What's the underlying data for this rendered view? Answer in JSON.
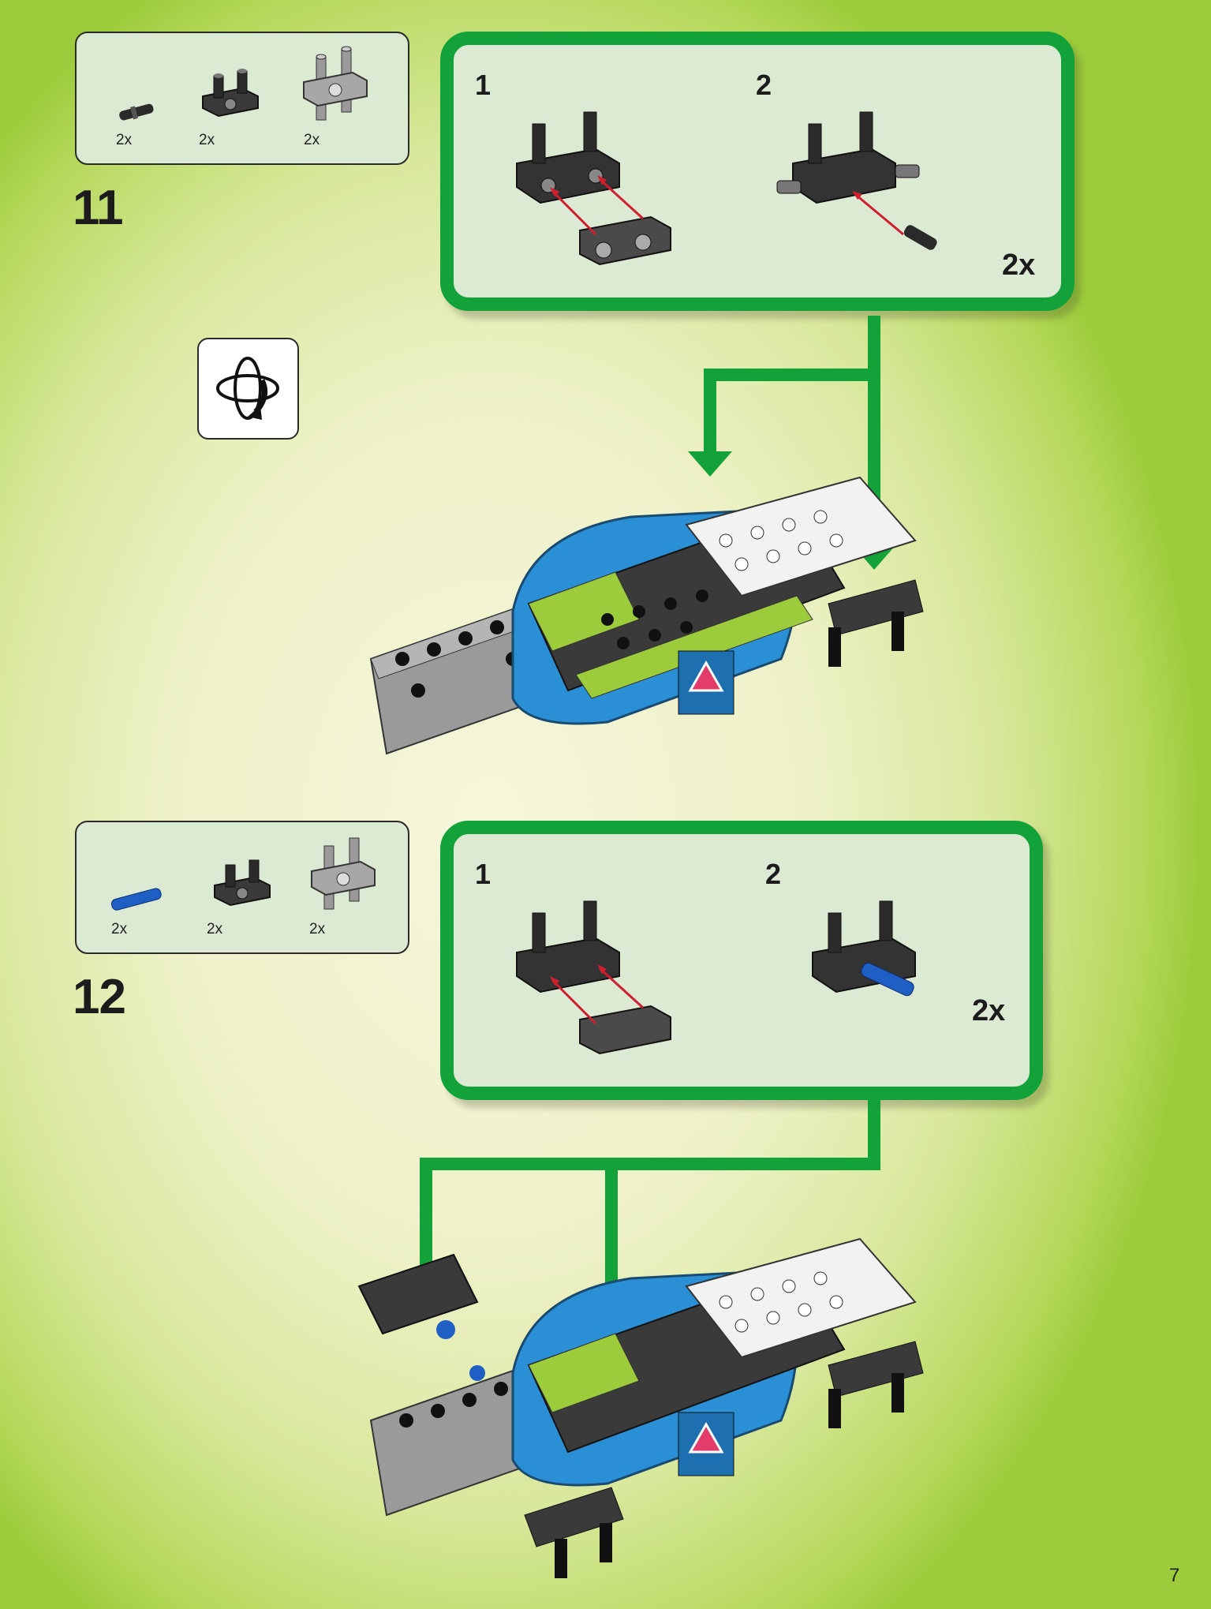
{
  "steps": [
    {
      "number": "11",
      "parts": [
        {
          "qty": "2x",
          "icon": "black-pin-icon"
        },
        {
          "qty": "2x",
          "icon": "dark-connector-icon"
        },
        {
          "qty": "2x",
          "icon": "grey-connector-icon"
        }
      ],
      "substeps": [
        "1",
        "2"
      ],
      "multiplier": "2x"
    },
    {
      "number": "12",
      "parts": [
        {
          "qty": "2x",
          "icon": "blue-axle-pin-icon"
        },
        {
          "qty": "2x",
          "icon": "dark-connector-icon"
        },
        {
          "qty": "2x",
          "icon": "grey-connector-icon"
        }
      ],
      "substeps": [
        "1",
        "2"
      ],
      "multiplier": "2x"
    }
  ],
  "rotate_icon": "rotate-model-icon",
  "page_number": "7",
  "colors": {
    "accent_green": "#13a23a",
    "panel_bg": "#dce9d3",
    "brick_blue": "#2a8fd4",
    "brick_lime": "#9ccc3c",
    "arrow_red": "#d02030"
  }
}
